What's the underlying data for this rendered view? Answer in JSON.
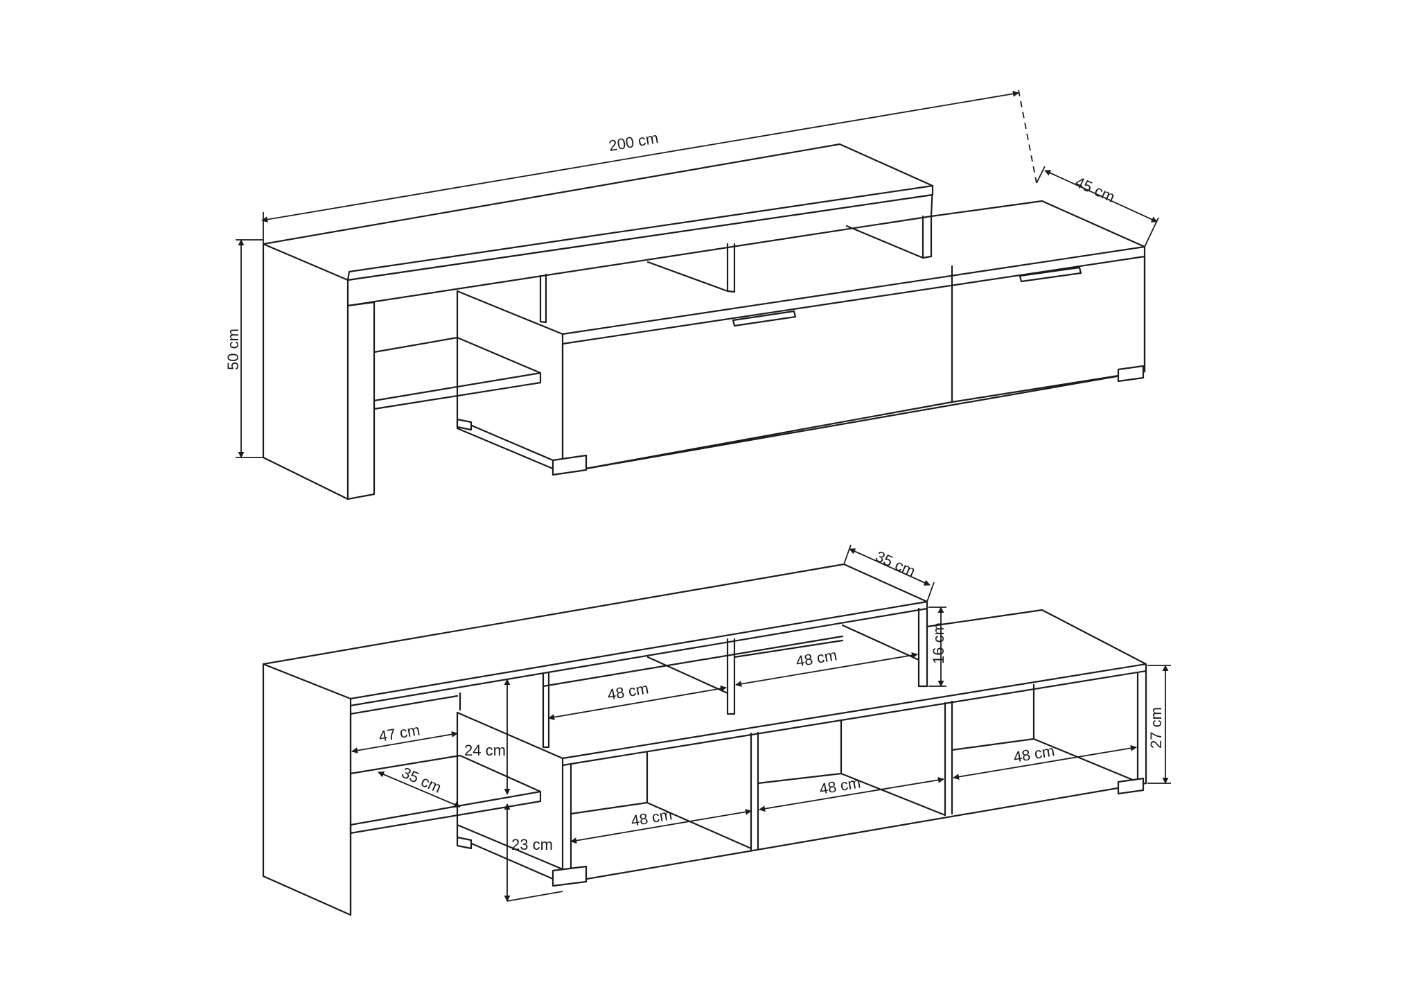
{
  "upper_view": {
    "width_label": "200 cm",
    "depth_label": "45 cm",
    "height_label": "50 cm"
  },
  "lower_view": {
    "top_shelf_depth_label": "35 cm",
    "top_shelf_height_label": "16 cm",
    "top_shelf_left_width_label": "48 cm",
    "top_shelf_right_width_label": "48 cm",
    "side_shelf_width_label": "47 cm",
    "side_shelf_depth_label": "35 cm",
    "side_upper_height_label": "24 cm",
    "side_lower_height_label": "23 cm",
    "cabinet_left_width_label": "48 cm",
    "cabinet_middle_width_label": "48 cm",
    "cabinet_right_width_label": "48 cm",
    "cabinet_height_label": "27 cm"
  }
}
